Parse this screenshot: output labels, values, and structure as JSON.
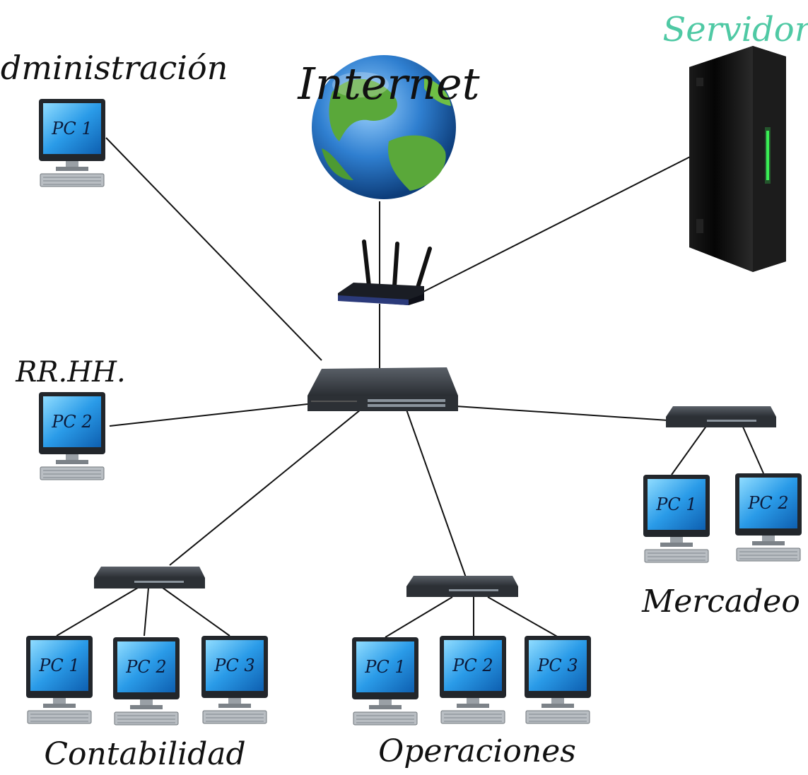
{
  "labels": {
    "internet": "Internet",
    "server": "Servidor",
    "admin": "Administración",
    "rrhh": "RR.HH.",
    "contabilidad": "Contabilidad",
    "operaciones": "Operaciones",
    "mercadeo": "Mercadeo"
  },
  "pcs": {
    "admin_pc1": "PC 1",
    "rrhh_pc2": "PC 2",
    "cont_pc1": "PC 1",
    "cont_pc2": "PC 2",
    "cont_pc3": "PC 3",
    "oper_pc1": "PC 1",
    "oper_pc2": "PC 2",
    "oper_pc3": "PC 3",
    "merc_pc1": "PC 1",
    "merc_pc2": "PC 2"
  },
  "colors": {
    "server_label": "#4fc9a4",
    "screen": "#1e90e0",
    "screen_light": "#7fd3ff",
    "monitor": "#23272c",
    "switch": "#3a3f45",
    "ocean": "#2f7fd0",
    "land": "#5aa83a",
    "led": "#3cff5a"
  }
}
